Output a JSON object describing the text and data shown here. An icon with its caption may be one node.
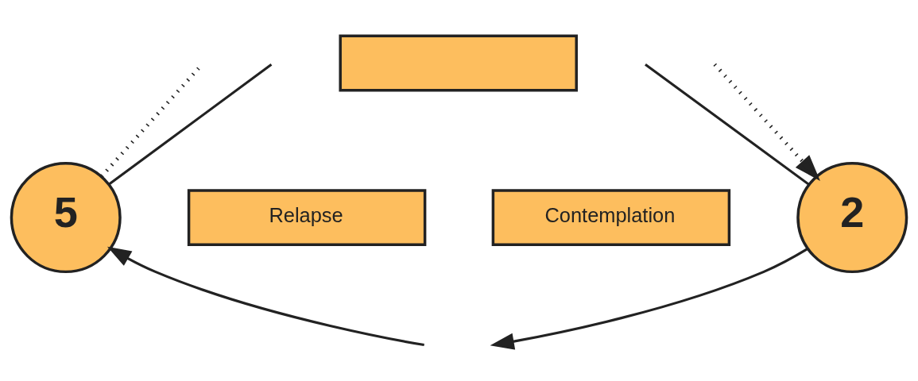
{
  "diagram": {
    "nodes": [
      {
        "text": [],
        "shape": "box"
      },
      {
        "text": [
          "5"
        ]
      },
      {
        "text": [
          "Relapse"
        ]
      },
      {
        "text": [
          "Contemplation"
        ]
      },
      {
        "text": [
          "2"
        ]
      }
    ],
    "edges": [
      {
        "from": null,
        "to": 1,
        "arrow": "to"
      },
      {
        "from": 1,
        "to": null,
        "arrow": "none"
      },
      {
        "from": 1,
        "to": null,
        "arrow": "none",
        "style": "dashed"
      },
      {
        "from": 4,
        "to": null,
        "arrow": "to"
      },
      {
        "from": null,
        "to": 4,
        "arrow": "none"
      },
      {
        "from": null,
        "to": 4,
        "arrow": "to",
        "style": "dashed"
      }
    ]
  }
}
